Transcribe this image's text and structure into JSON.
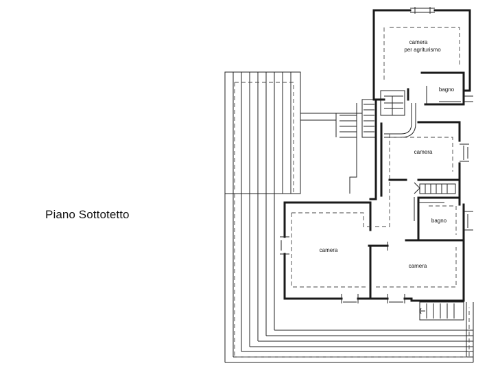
{
  "title": "Piano Sottotetto",
  "rooms": {
    "agriturismo_line1": "camera",
    "agriturismo_line2": "per agriturismo",
    "bagno_top": "bagno",
    "camera_mid": "camera",
    "bagno_right": "bagno",
    "camera_left": "camera",
    "camera_bottom": "camera"
  }
}
